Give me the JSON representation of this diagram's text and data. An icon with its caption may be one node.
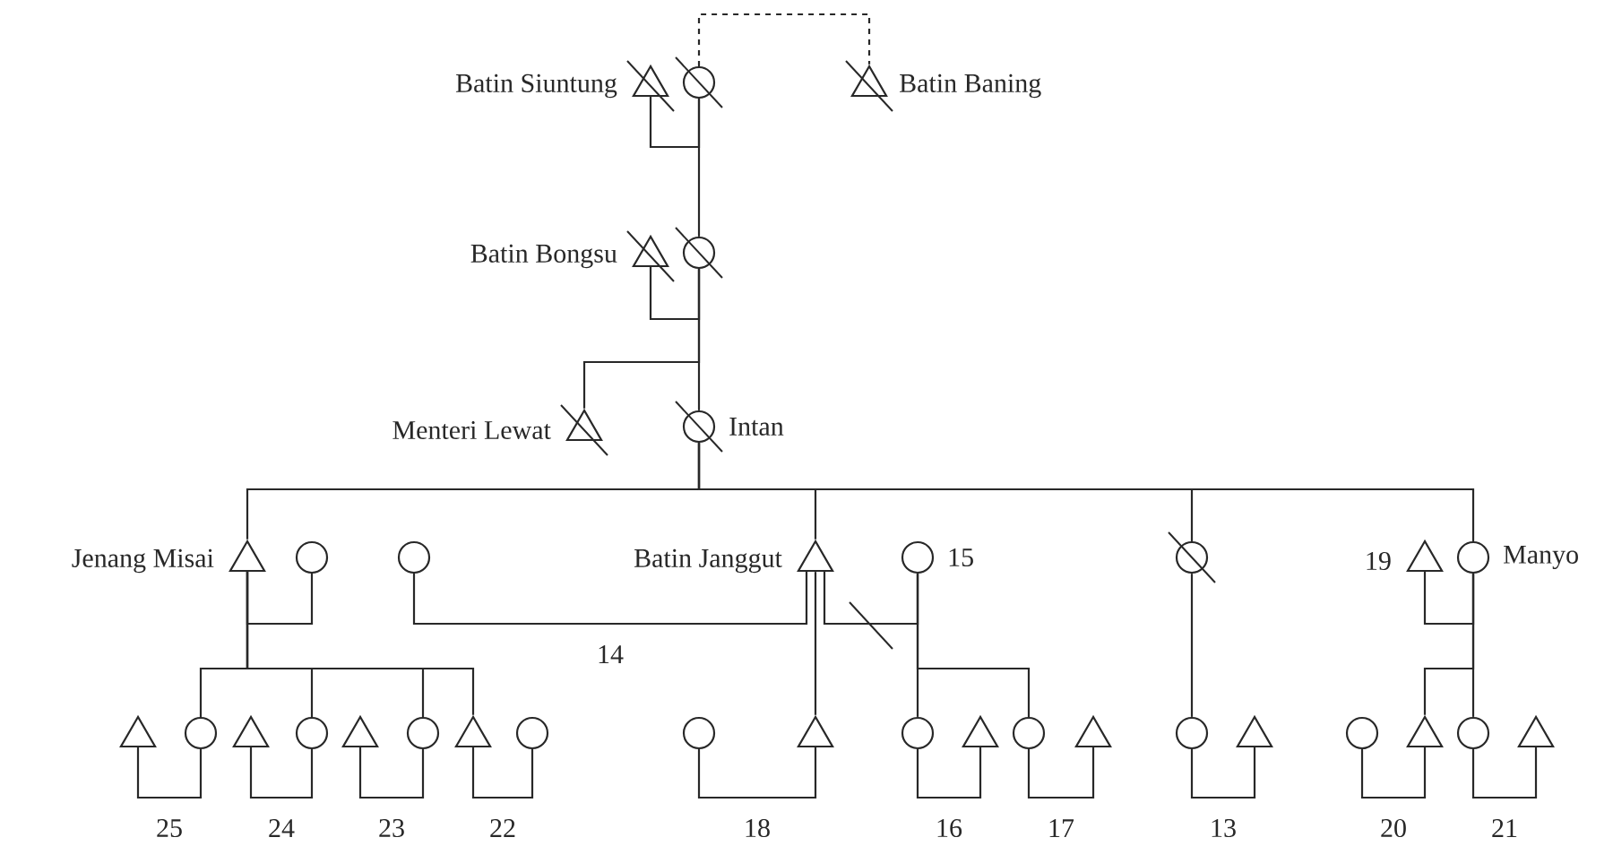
{
  "diagram": {
    "nodes": [
      {
        "text": [],
        "shape": "triangle",
        "beside": [
          "Batin Siuntung"
        ]
      },
      {
        "text": [],
        "shape": "circle"
      },
      {
        "text": [],
        "shape": "triangle",
        "beside": [
          "Batin Baning"
        ]
      },
      {
        "text": [],
        "shape": "triangle",
        "beside": [
          "Batin Bongsu"
        ]
      },
      {
        "text": [],
        "shape": "circle"
      },
      {
        "text": [],
        "shape": "triangle",
        "beside": [
          "Menteri Lewat"
        ]
      },
      {
        "text": [],
        "shape": "circle",
        "beside": [
          "Intan"
        ]
      },
      {
        "text": [],
        "shape": "triangle",
        "beside": [
          "Jenang Misai"
        ]
      },
      {
        "text": [],
        "shape": "circle"
      },
      {
        "text": [],
        "shape": "circle"
      },
      {
        "text": [],
        "shape": "triangle",
        "beside": [
          "Batin Janggut"
        ]
      },
      {
        "text": [],
        "shape": "circle",
        "beside": [
          "15"
        ]
      },
      {
        "text": [],
        "shape": "circle"
      },
      {
        "text": [],
        "shape": "triangle",
        "beside": [
          "19"
        ]
      },
      {
        "text": [],
        "shape": "circle",
        "beside": [
          "Manyo"
        ]
      },
      {
        "text": [],
        "shape": "triangle"
      },
      {
        "text": [],
        "shape": "circle"
      },
      {
        "text": [],
        "shape": "triangle"
      },
      {
        "text": [],
        "shape": "circle"
      },
      {
        "text": [],
        "shape": "triangle"
      },
      {
        "text": [],
        "shape": "circle"
      },
      {
        "text": [],
        "shape": "triangle"
      },
      {
        "text": [],
        "shape": "circle"
      },
      {
        "text": [],
        "shape": "circle"
      },
      {
        "text": [],
        "shape": "triangle"
      },
      {
        "text": [],
        "shape": "circle"
      },
      {
        "text": [],
        "shape": "triangle"
      },
      {
        "text": [],
        "shape": "circle"
      },
      {
        "text": [],
        "shape": "triangle"
      },
      {
        "text": [],
        "shape": "circle"
      },
      {
        "text": [],
        "shape": "triangle"
      },
      {
        "text": [],
        "shape": "circle"
      },
      {
        "text": [],
        "shape": "triangle"
      },
      {
        "text": [],
        "shape": "circle"
      },
      {
        "text": [],
        "shape": "triangle"
      }
    ],
    "edges": [
      {
        "from": 0,
        "to": 1,
        "arrow": "none"
      },
      {
        "from": 1,
        "to": 2,
        "arrow": "none",
        "style": "dashed"
      },
      {
        "from": 1,
        "to": 4,
        "arrow": "none"
      },
      {
        "from": 3,
        "to": 4,
        "arrow": "none"
      },
      {
        "from": 4,
        "to": 5,
        "arrow": "none"
      },
      {
        "from": 4,
        "to": 6,
        "arrow": "none"
      },
      {
        "from": 6,
        "to": 7,
        "arrow": "none"
      },
      {
        "from": 6,
        "to": 10,
        "arrow": "none"
      },
      {
        "from": 6,
        "to": 12,
        "arrow": "none"
      },
      {
        "from": 6,
        "to": 14,
        "arrow": "none"
      },
      {
        "from": 7,
        "to": 8,
        "arrow": "none"
      },
      {
        "from": 7,
        "to": 16,
        "arrow": "none"
      },
      {
        "from": 7,
        "to": 18,
        "arrow": "none"
      },
      {
        "from": 7,
        "to": 20,
        "arrow": "none"
      },
      {
        "from": 7,
        "to": 21,
        "arrow": "none"
      },
      {
        "from": 9,
        "to": 10,
        "arrow": "none",
        "label": "14"
      },
      {
        "from": 10,
        "to": 11,
        "arrow": "none"
      },
      {
        "from": 10,
        "to": 24,
        "arrow": "none"
      },
      {
        "from": 11,
        "to": 25,
        "arrow": "none"
      },
      {
        "from": 11,
        "to": 27,
        "arrow": "none"
      },
      {
        "from": 12,
        "to": 29,
        "arrow": "none"
      },
      {
        "from": 13,
        "to": 14,
        "arrow": "none"
      },
      {
        "from": 14,
        "to": 32,
        "arrow": "none"
      },
      {
        "from": 14,
        "to": 33,
        "arrow": "none"
      },
      {
        "from": 15,
        "to": 16,
        "arrow": "none",
        "label": "25"
      },
      {
        "from": 17,
        "to": 18,
        "arrow": "none",
        "label": "24"
      },
      {
        "from": 19,
        "to": 20,
        "arrow": "none",
        "label": "23"
      },
      {
        "from": 21,
        "to": 22,
        "arrow": "none",
        "label": "22"
      },
      {
        "from": 23,
        "to": 24,
        "arrow": "none",
        "label": "18"
      },
      {
        "from": 25,
        "to": 26,
        "arrow": "none",
        "label": "16"
      },
      {
        "from": 27,
        "to": 28,
        "arrow": "none",
        "label": "17"
      },
      {
        "from": 29,
        "to": 30,
        "arrow": "none",
        "label": "13"
      },
      {
        "from": 31,
        "to": 32,
        "arrow": "none",
        "label": "20"
      },
      {
        "from": 33,
        "to": 34,
        "arrow": "none",
        "label": "21"
      }
    ]
  }
}
